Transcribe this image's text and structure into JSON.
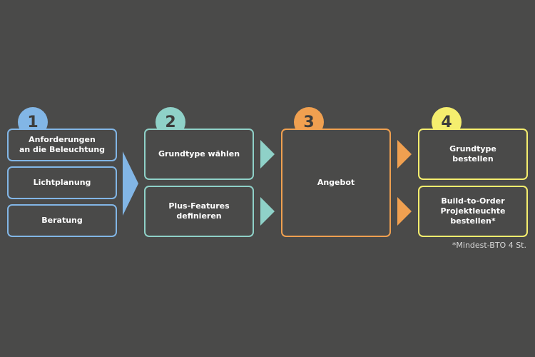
{
  "colors": {
    "background": "#4a4a49",
    "step1": "#82b6e6",
    "step2": "#8fd1c8",
    "step3": "#f0a050",
    "step4": "#f5ee6e"
  },
  "steps": [
    {
      "number": "1",
      "boxes": [
        "Anforderungen\nan die Beleuchtung",
        "Lichtplanung",
        "Beratung"
      ]
    },
    {
      "number": "2",
      "boxes": [
        "Grundtype wählen",
        "Plus-Features\ndefinieren"
      ]
    },
    {
      "number": "3",
      "boxes": [
        "Angebot"
      ]
    },
    {
      "number": "4",
      "boxes": [
        "Grundtype\nbestellen",
        "Build-to-Order\nProjektleuchte\nbestellen*"
      ]
    }
  ],
  "footnote": "*Mindest-BTO 4 St."
}
